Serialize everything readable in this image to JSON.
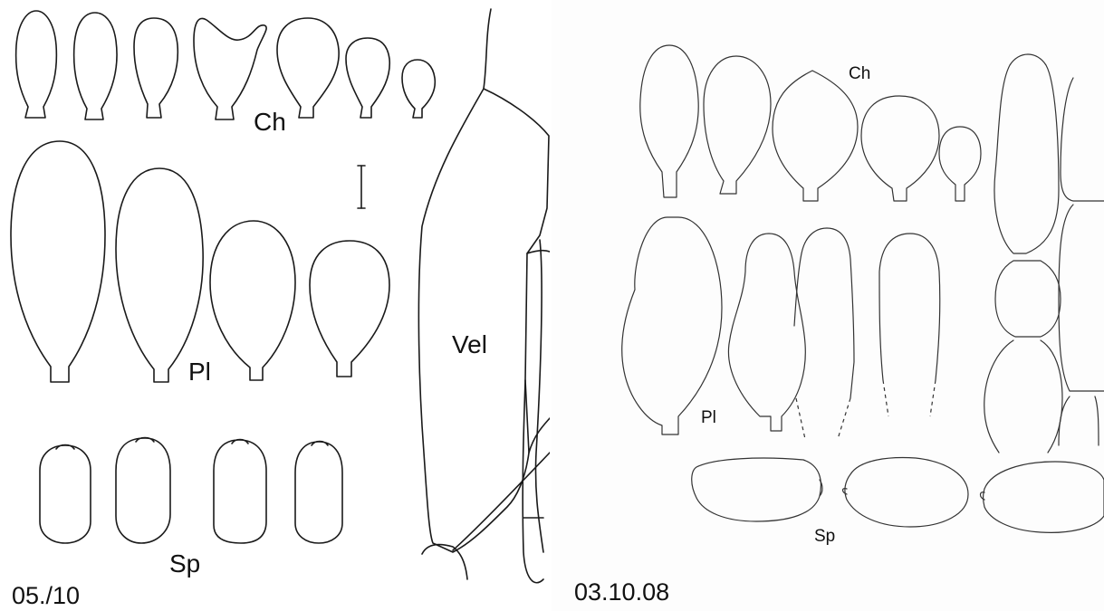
{
  "left_panel": {
    "labels": {
      "cheilocystidia": "Ch",
      "pleurocystidia": "Pl",
      "spores": "Sp",
      "velum": "Vel"
    },
    "date": "05./10"
  },
  "right_panel": {
    "labels": {
      "cheilocystidia": "Ch",
      "pleurocystidia": "Pl",
      "spores": "Sp"
    },
    "date": "03.10.08"
  }
}
